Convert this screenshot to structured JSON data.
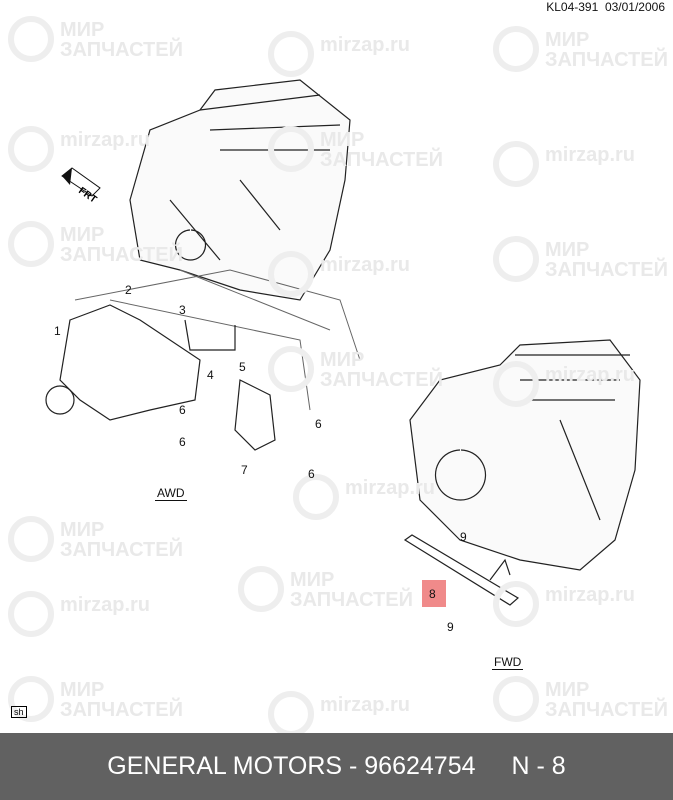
{
  "header": {
    "code": "KL04-391",
    "date": "03/01/2006"
  },
  "watermark": {
    "line1": "МИР",
    "line2": "ЗАПЧАСТЕЙ",
    "url": "mirzap.ru"
  },
  "direction_label": "FRT",
  "callouts": [
    "1",
    "2",
    "3",
    "4",
    "5",
    "6",
    "6",
    "6",
    "6",
    "7",
    "8",
    "9",
    "9"
  ],
  "highlighted_part": "8",
  "highlight_color": "#f08a8a",
  "sections": {
    "awd": "AWD",
    "fwd": "FWD"
  },
  "corner_tag": "sh",
  "footer": {
    "brand_part": "GENERAL MOTORS - 96624754",
    "ref": "N - 8"
  },
  "footer_color": "#616161"
}
